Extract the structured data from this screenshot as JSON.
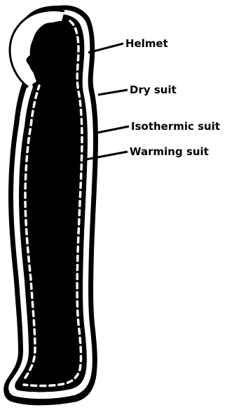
{
  "figure": {
    "labels": [
      {
        "key": "helmet",
        "text": "Helmet"
      },
      {
        "key": "dry_suit",
        "text": "Dry suit"
      },
      {
        "key": "isothermic_suit",
        "text": "Isothermic suit"
      },
      {
        "key": "warming_suit",
        "text": "Warming suit"
      }
    ]
  },
  "colors": {
    "ink": "#000000",
    "paper": "#ffffff"
  }
}
